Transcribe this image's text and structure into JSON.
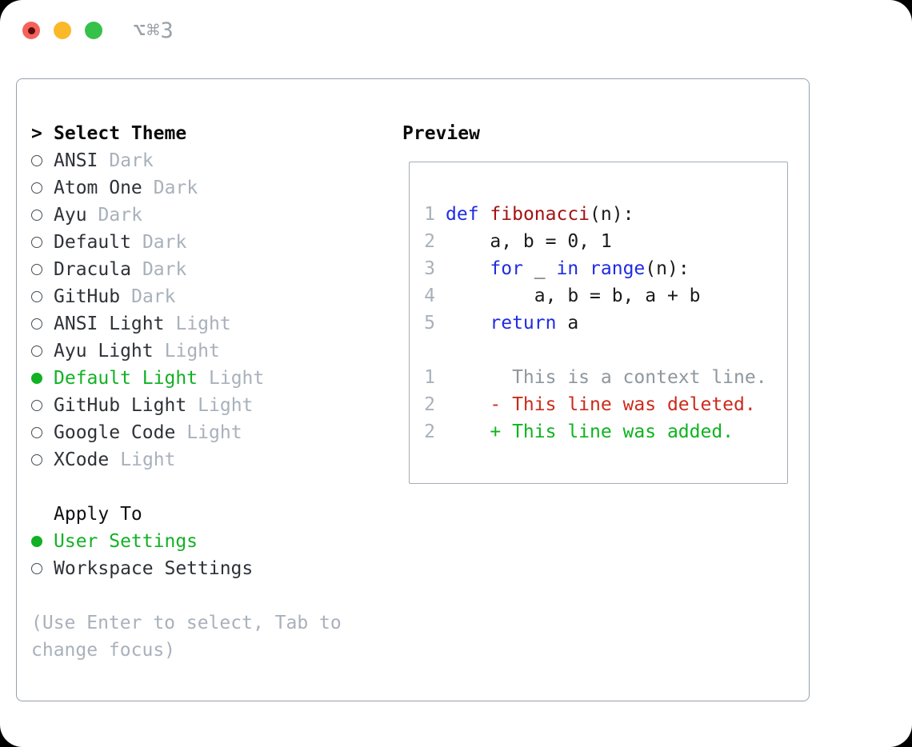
{
  "titlebar": {
    "shortcut": "⌥⌘3"
  },
  "left": {
    "prompt": ">",
    "title": "Select Theme",
    "themes": [
      {
        "name": "ANSI",
        "tag": "Dark",
        "selected": false
      },
      {
        "name": "Atom One",
        "tag": "Dark",
        "selected": false
      },
      {
        "name": "Ayu",
        "tag": "Dark",
        "selected": false
      },
      {
        "name": "Default",
        "tag": "Dark",
        "selected": false
      },
      {
        "name": "Dracula",
        "tag": "Dark",
        "selected": false
      },
      {
        "name": "GitHub",
        "tag": "Dark",
        "selected": false
      },
      {
        "name": "ANSI Light",
        "tag": "Light",
        "selected": false
      },
      {
        "name": "Ayu Light",
        "tag": "Light",
        "selected": false
      },
      {
        "name": "Default Light",
        "tag": "Light",
        "selected": true
      },
      {
        "name": "GitHub Light",
        "tag": "Light",
        "selected": false
      },
      {
        "name": "Google Code",
        "tag": "Light",
        "selected": false
      },
      {
        "name": "XCode",
        "tag": "Light",
        "selected": false
      }
    ],
    "apply_to": {
      "title": "Apply To",
      "options": [
        {
          "label": "User Settings",
          "selected": true
        },
        {
          "label": "Workspace Settings",
          "selected": false
        }
      ]
    },
    "help": "(Use Enter to select, Tab to change focus)"
  },
  "preview": {
    "title": "Preview",
    "code_lines": [
      {
        "num": "1",
        "tokens": [
          {
            "t": "def",
            "c": "kw"
          },
          {
            "t": " ",
            "c": "pl"
          },
          {
            "t": "fibonacci",
            "c": "fn"
          },
          {
            "t": "(n):",
            "c": "pl"
          }
        ]
      },
      {
        "num": "2",
        "tokens": [
          {
            "t": "    a, b = 0, 1",
            "c": "pl"
          }
        ]
      },
      {
        "num": "3",
        "tokens": [
          {
            "t": "    ",
            "c": "pl"
          },
          {
            "t": "for",
            "c": "kw"
          },
          {
            "t": " _ ",
            "c": "pl"
          },
          {
            "t": "in",
            "c": "kw"
          },
          {
            "t": " ",
            "c": "pl"
          },
          {
            "t": "range",
            "c": "kw"
          },
          {
            "t": "(n):",
            "c": "pl"
          }
        ]
      },
      {
        "num": "4",
        "tokens": [
          {
            "t": "        a, b = b, a + b",
            "c": "pl"
          }
        ]
      },
      {
        "num": "5",
        "tokens": [
          {
            "t": "    ",
            "c": "pl"
          },
          {
            "t": "return",
            "c": "kw"
          },
          {
            "t": " a",
            "c": "pl"
          }
        ]
      }
    ],
    "diff_lines": [
      {
        "num": "1",
        "text": "      This is a context line.",
        "c": "ctx"
      },
      {
        "num": "2",
        "text": "    - This line was deleted.",
        "c": "del"
      },
      {
        "num": "2",
        "text": "    + This line was added.",
        "c": "add"
      }
    ]
  },
  "colors": {
    "accent_green": "#12b125",
    "added_green": "#0db41e",
    "deleted_red": "#cb2b1b",
    "keyword_blue": "#1f2ce0",
    "function_red": "#a31312",
    "muted_gray": "#a8b1bb",
    "context_gray": "#8f979e",
    "panel_border": "#98a1ab",
    "traffic_red": "#f4635b",
    "traffic_yellow": "#fbb829",
    "traffic_green": "#36c14a"
  }
}
